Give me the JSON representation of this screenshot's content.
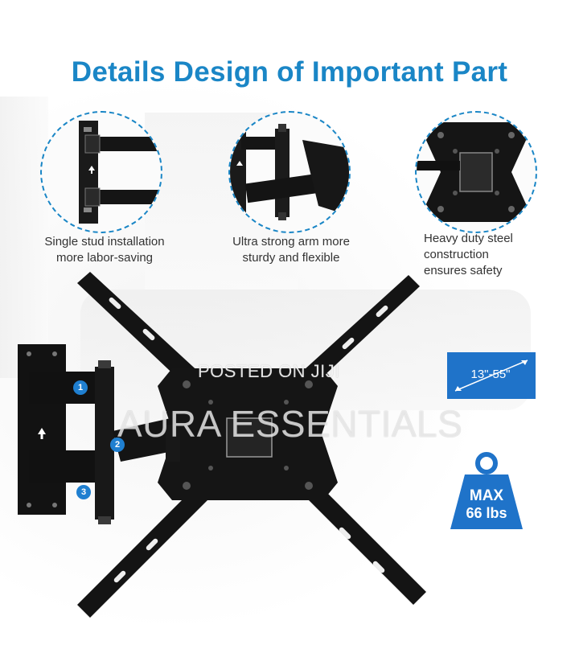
{
  "title": "Details Design of Important Part",
  "details": [
    {
      "caption_line1": "Single stud installation",
      "caption_line2": "more labor-saving"
    },
    {
      "caption_line1": "Ultra strong arm more",
      "caption_line2": "sturdy and flexible"
    },
    {
      "caption_line1": "Heavy duty steel",
      "caption_line2": "construction",
      "caption_line3": "ensures safety"
    }
  ],
  "size_range": "13\"-55\"",
  "max_load": {
    "label": "MAX",
    "value": "66 lbs"
  },
  "callout_numbers": [
    "1",
    "2",
    "3"
  ],
  "watermarks": {
    "top": "POSTED ON JIJI",
    "main": "AURA ESSENTIALS"
  },
  "colors": {
    "accent_blue": "#1a86c6",
    "badge_blue": "#1f73c9",
    "metal_black": "#141414"
  }
}
